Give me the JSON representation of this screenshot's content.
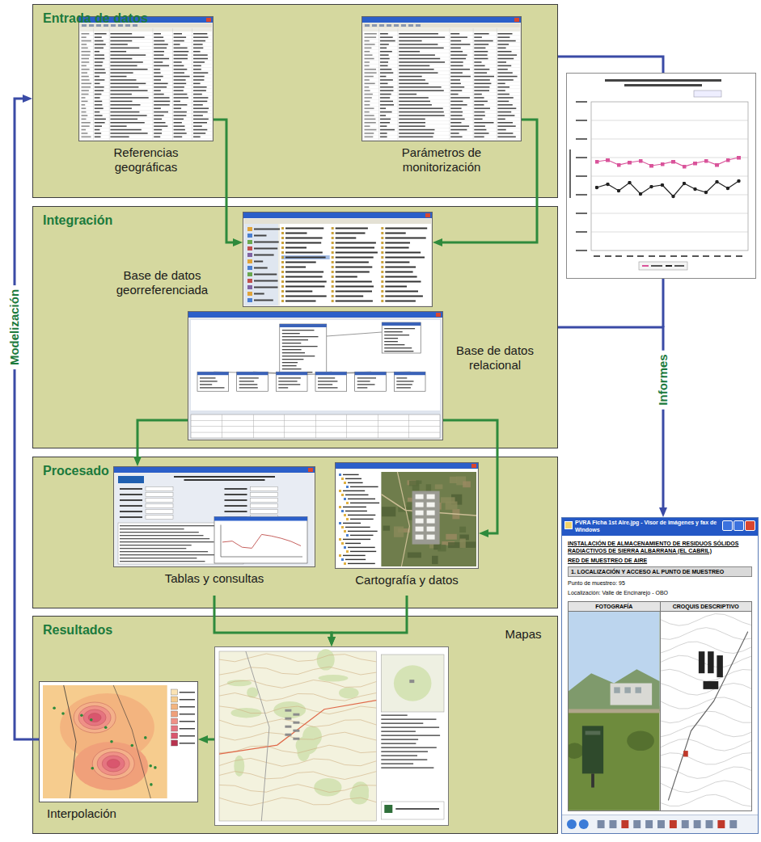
{
  "diagram": {
    "nodes": [
      {
        "text": [
          "Entrada de datos"
        ]
      },
      {
        "text": [
          "Referencias geográficas"
        ],
        "in": 0
      },
      {
        "text": [
          "Parámetros de monitorización"
        ],
        "in": 0
      },
      {
        "text": [
          "Integración"
        ]
      },
      {
        "text": [
          "Base de datos georreferenciada"
        ],
        "in": 3
      },
      {
        "text": [
          "Base de datos relacional"
        ],
        "in": 3
      },
      {
        "text": [
          "Procesado"
        ]
      },
      {
        "text": [
          "Tablas y consultas"
        ],
        "in": 6
      },
      {
        "text": [
          "Cartografía y datos"
        ],
        "in": 6
      },
      {
        "text": [
          "Resultados"
        ]
      },
      {
        "text": [
          "Mapas"
        ],
        "in": 9
      },
      {
        "text": [
          "Interpolación"
        ],
        "in": 9
      },
      {
        "text": [
          "PVRA Ficha 1st Aire.jpg - Visor de imágenes y fax de Windows",
          "INSTALACIÓN DE ALMACENAMIENTO DE RESIDUOS SÓLIDOS RADIACTIVOS DE SIERRA ALBARRANA (EL CABRIL)",
          "RED DE MUESTREO DE AIRE",
          "1. LOCALIZACIÓN Y ACCESO AL PUNTO DE MUESTREO",
          "Punto de muestreo: 95",
          "Localización: Valle de Encinarejo - OBO",
          "FOTOGRAFÍA",
          "CROQUIS DESCRIPTIVO"
        ]
      }
    ],
    "edges": [
      {
        "from": 11,
        "to": 0,
        "label": "Modelización",
        "arrow": "to"
      },
      {
        "from": 3,
        "to": 12,
        "label": "Informes",
        "arrow": "to"
      },
      {
        "from": 1,
        "to": 4,
        "arrow": "to"
      },
      {
        "from": 2,
        "to": 4,
        "arrow": "to"
      },
      {
        "from": 5,
        "to": 7,
        "arrow": "to"
      },
      {
        "from": 5,
        "to": 8,
        "arrow": "to"
      },
      {
        "from": 7,
        "to": 10,
        "arrow": "to"
      },
      {
        "from": 8,
        "to": 10,
        "arrow": "to"
      },
      {
        "from": 10,
        "to": 11,
        "arrow": "to"
      }
    ]
  }
}
